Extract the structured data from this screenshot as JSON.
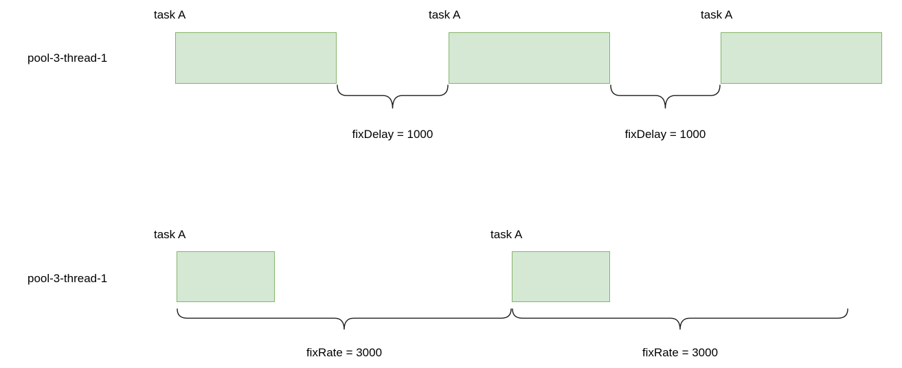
{
  "colors": {
    "box_fill": "#d5e8d4",
    "box_border": "#82b366",
    "brace": "#1a1a1a"
  },
  "fix_delay_diagram": {
    "thread_label": "pool-3-thread-1",
    "tasks": [
      {
        "label": "task A"
      },
      {
        "label": "task A"
      },
      {
        "label": "task A"
      }
    ],
    "braces": [
      {
        "label": "fixDelay = 1000"
      },
      {
        "label": "fixDelay = 1000"
      }
    ]
  },
  "fix_rate_diagram": {
    "thread_label": "pool-3-thread-1",
    "tasks": [
      {
        "label": "task A"
      },
      {
        "label": "task A"
      }
    ],
    "braces": [
      {
        "label": "fixRate = 3000"
      },
      {
        "label": "fixRate = 3000"
      }
    ]
  }
}
